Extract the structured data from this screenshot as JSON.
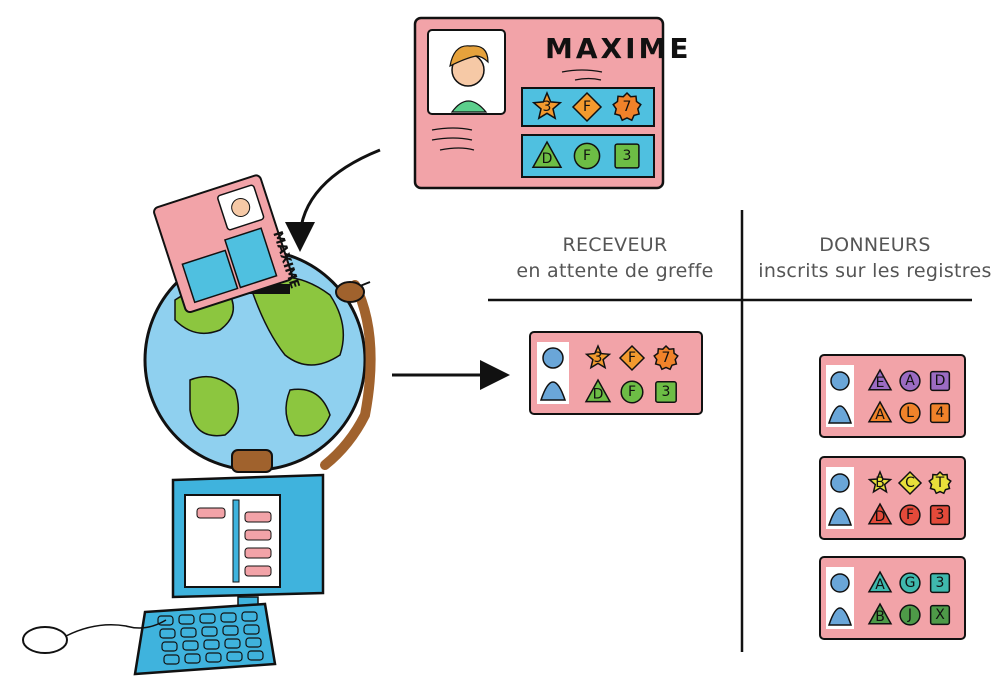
{
  "header": {
    "receiver_title": "RECEVEUR",
    "receiver_subtitle": "en attente de greffe",
    "donors_title": "DONNEURS",
    "donors_subtitle": "inscrits sur les registres"
  },
  "main_card": {
    "name": "MAXIME",
    "row1": [
      {
        "shape": "star",
        "label": "3",
        "color": "#f39a2e"
      },
      {
        "shape": "diamond",
        "label": "F",
        "color": "#f39a2e"
      },
      {
        "shape": "burst",
        "label": "7",
        "color": "#f0822a"
      }
    ],
    "row2": [
      {
        "shape": "triangle",
        "label": "D",
        "color": "#6dbd45"
      },
      {
        "shape": "circle",
        "label": "F",
        "color": "#6dbd45"
      },
      {
        "shape": "square",
        "label": "3",
        "color": "#6dbd45"
      }
    ]
  },
  "slot_card": {
    "name": "MAXIME"
  },
  "receiver_card": {
    "row1": [
      {
        "shape": "star",
        "label": "3",
        "color": "#f39a2e"
      },
      {
        "shape": "diamond",
        "label": "F",
        "color": "#f39a2e"
      },
      {
        "shape": "burst",
        "label": "7",
        "color": "#f0822a"
      }
    ],
    "row2": [
      {
        "shape": "triangle",
        "label": "D",
        "color": "#6dbd45"
      },
      {
        "shape": "circle",
        "label": "F",
        "color": "#6dbd45"
      },
      {
        "shape": "square",
        "label": "3",
        "color": "#6dbd45"
      }
    ]
  },
  "donor_cards": [
    {
      "row1": [
        {
          "shape": "triangle",
          "label": "E",
          "color": "#9b6bc2"
        },
        {
          "shape": "circle",
          "label": "A",
          "color": "#9b6bc2"
        },
        {
          "shape": "square",
          "label": "D",
          "color": "#9b6bc2"
        }
      ],
      "row2": [
        {
          "shape": "triangle",
          "label": "A",
          "color": "#f0822a"
        },
        {
          "shape": "circle",
          "label": "L",
          "color": "#f0822a"
        },
        {
          "shape": "square",
          "label": "4",
          "color": "#f0822a"
        }
      ]
    },
    {
      "row1": [
        {
          "shape": "star",
          "label": "B",
          "color": "#e8df3a"
        },
        {
          "shape": "diamond",
          "label": "C",
          "color": "#e8df3a"
        },
        {
          "shape": "burst",
          "label": "T",
          "color": "#e8df3a"
        }
      ],
      "row2": [
        {
          "shape": "triangle",
          "label": "D",
          "color": "#e34a3a"
        },
        {
          "shape": "circle",
          "label": "F",
          "color": "#e34a3a"
        },
        {
          "shape": "square",
          "label": "3",
          "color": "#e34a3a"
        }
      ]
    },
    {
      "row1": [
        {
          "shape": "triangle",
          "label": "A",
          "color": "#3fb8ad"
        },
        {
          "shape": "circle",
          "label": "G",
          "color": "#3fb8ad"
        },
        {
          "shape": "square",
          "label": "3",
          "color": "#3fb8ad"
        }
      ],
      "row2": [
        {
          "shape": "triangle",
          "label": "B",
          "color": "#4e9a48"
        },
        {
          "shape": "circle",
          "label": "J",
          "color": "#4e9a48"
        },
        {
          "shape": "square",
          "label": "X",
          "color": "#4e9a48"
        }
      ]
    }
  ],
  "colors": {
    "card_pink": "#f2a3a8",
    "panel_blue": "#4fc0e0",
    "globe_ocean": "#8fd0ef",
    "globe_land": "#8cc63f",
    "stand_brown": "#a0622d",
    "computer_blue": "#3fb3dd",
    "ink": "#111111"
  },
  "icons": [
    "person-icon",
    "portrait-icon",
    "arrow-icon",
    "globe-icon",
    "computer-icon",
    "keyboard-icon",
    "mouse-icon"
  ]
}
